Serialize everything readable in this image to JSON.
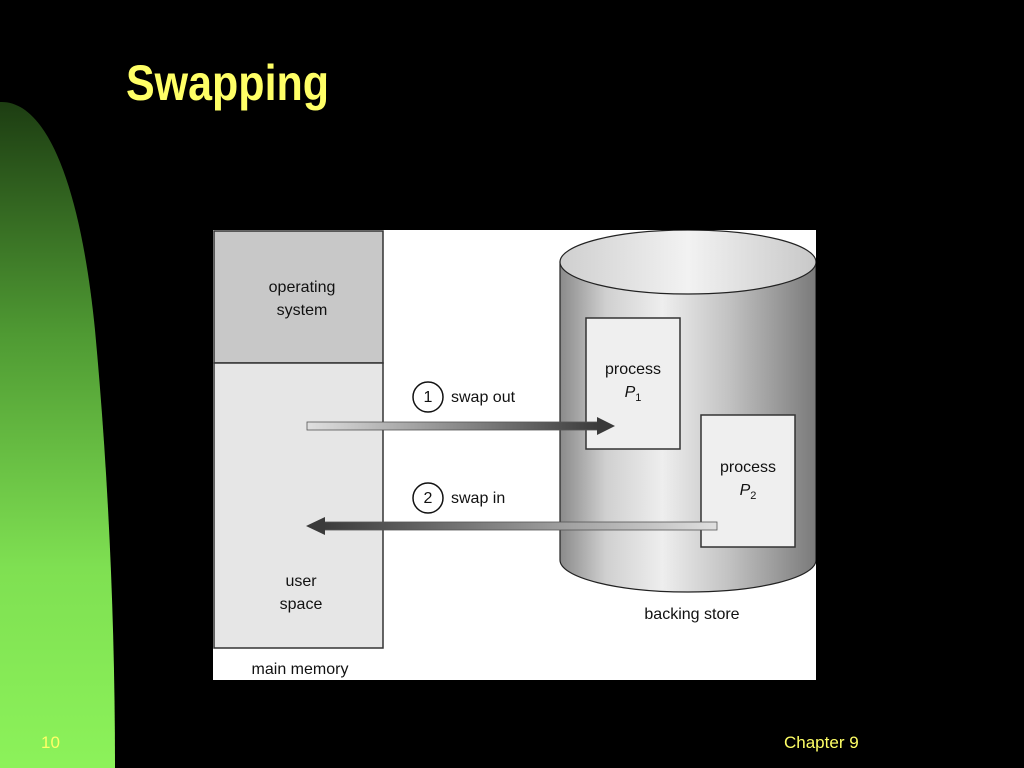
{
  "slide": {
    "title": "Swapping",
    "slide_number": "10",
    "chapter": "Chapter 9"
  },
  "colors": {
    "title": "#ffff66",
    "background": "#000000",
    "accent_green": "#8cf25a"
  },
  "diagram": {
    "main_memory": {
      "caption": "main memory",
      "os_block_line1": "operating",
      "os_block_line2": "system",
      "user_space_line1": "user",
      "user_space_line2": "space"
    },
    "backing_store": {
      "caption": "backing store",
      "process_1": {
        "label": "process",
        "name": "P",
        "subscript": "1"
      },
      "process_2": {
        "label": "process",
        "name": "P",
        "subscript": "2"
      }
    },
    "steps": [
      {
        "number": "1",
        "label": "swap out"
      },
      {
        "number": "2",
        "label": "swap in"
      }
    ]
  }
}
